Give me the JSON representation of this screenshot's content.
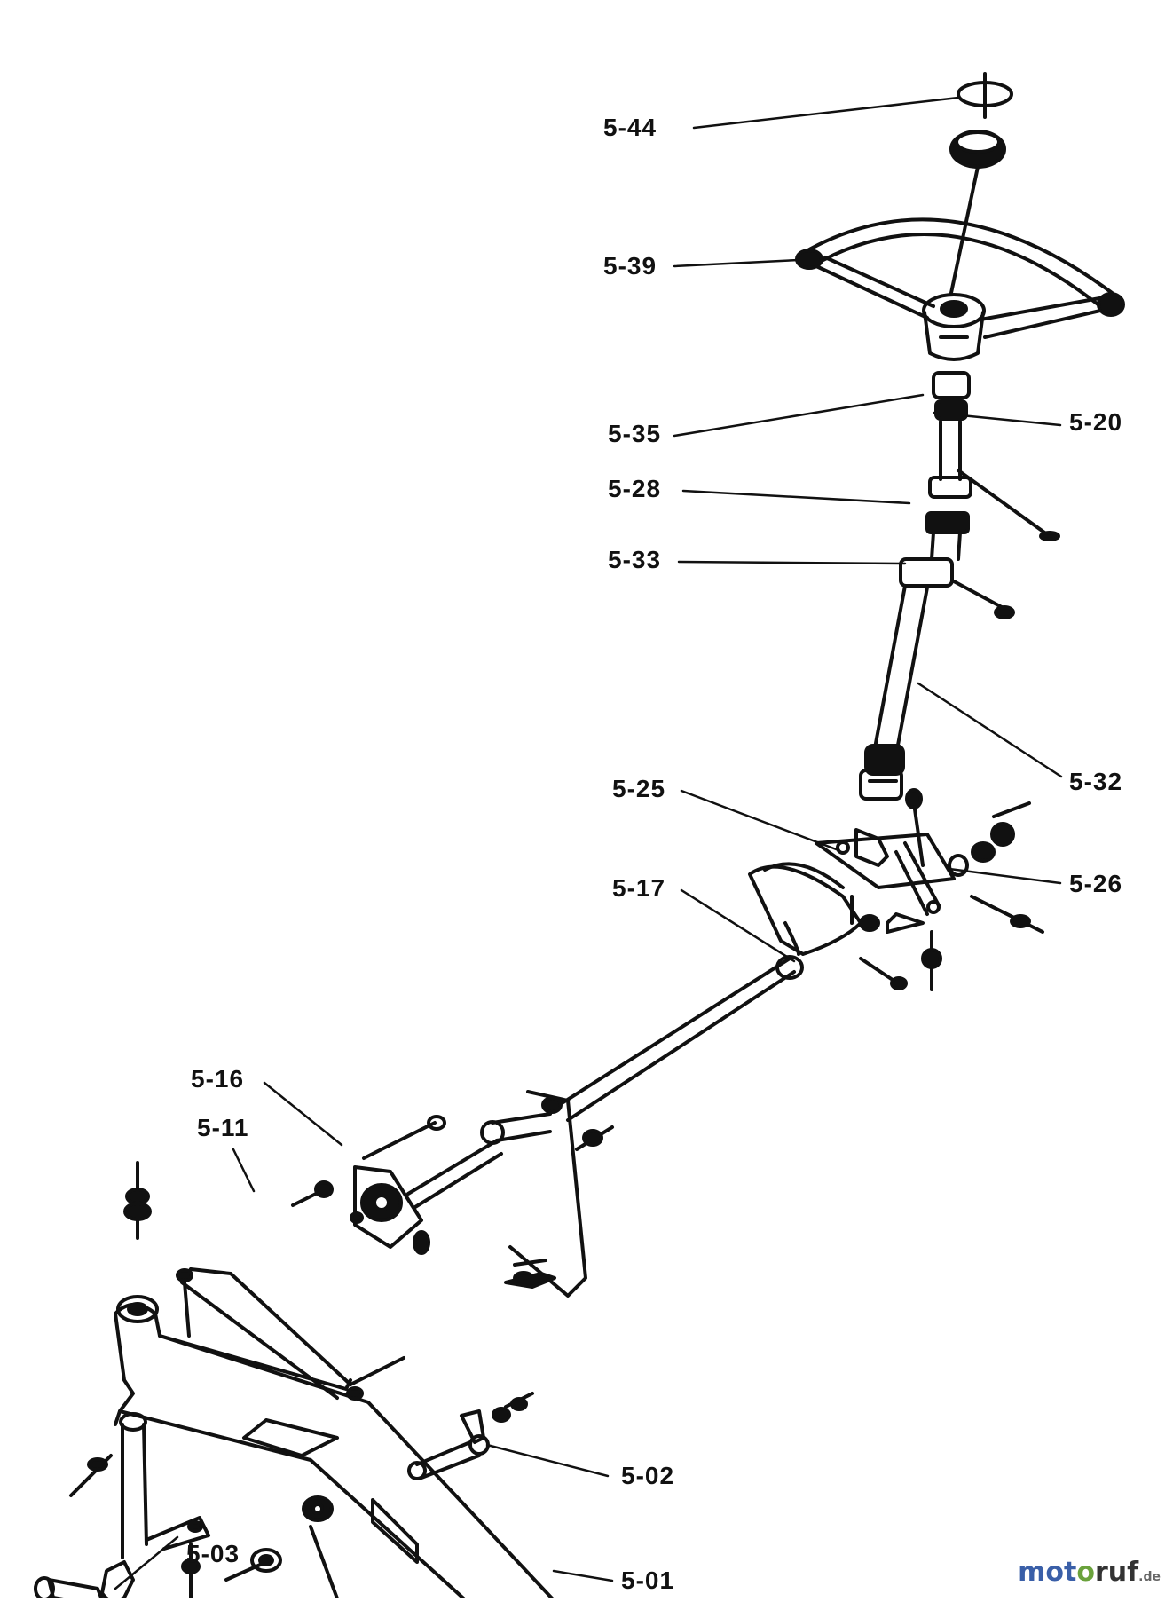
{
  "labels": {
    "p544": "5-44",
    "p539": "5-39",
    "p535": "5-35",
    "p520": "5-20",
    "p528": "5-28",
    "p533": "5-33",
    "p532": "5-32",
    "p525": "5-25",
    "p526": "5-26",
    "p517": "5-17",
    "p516": "5-16",
    "p511": "5-11",
    "p502": "5-02",
    "p503": "5-03",
    "p501": "5-01"
  },
  "watermark": {
    "part1": "mot",
    "part2": "o",
    "part3": "ruf",
    "suffix": ".de"
  },
  "colors": {
    "ink": "#111111",
    "brand_blue": "#3a5fa8",
    "brand_green": "#6aa23c"
  }
}
